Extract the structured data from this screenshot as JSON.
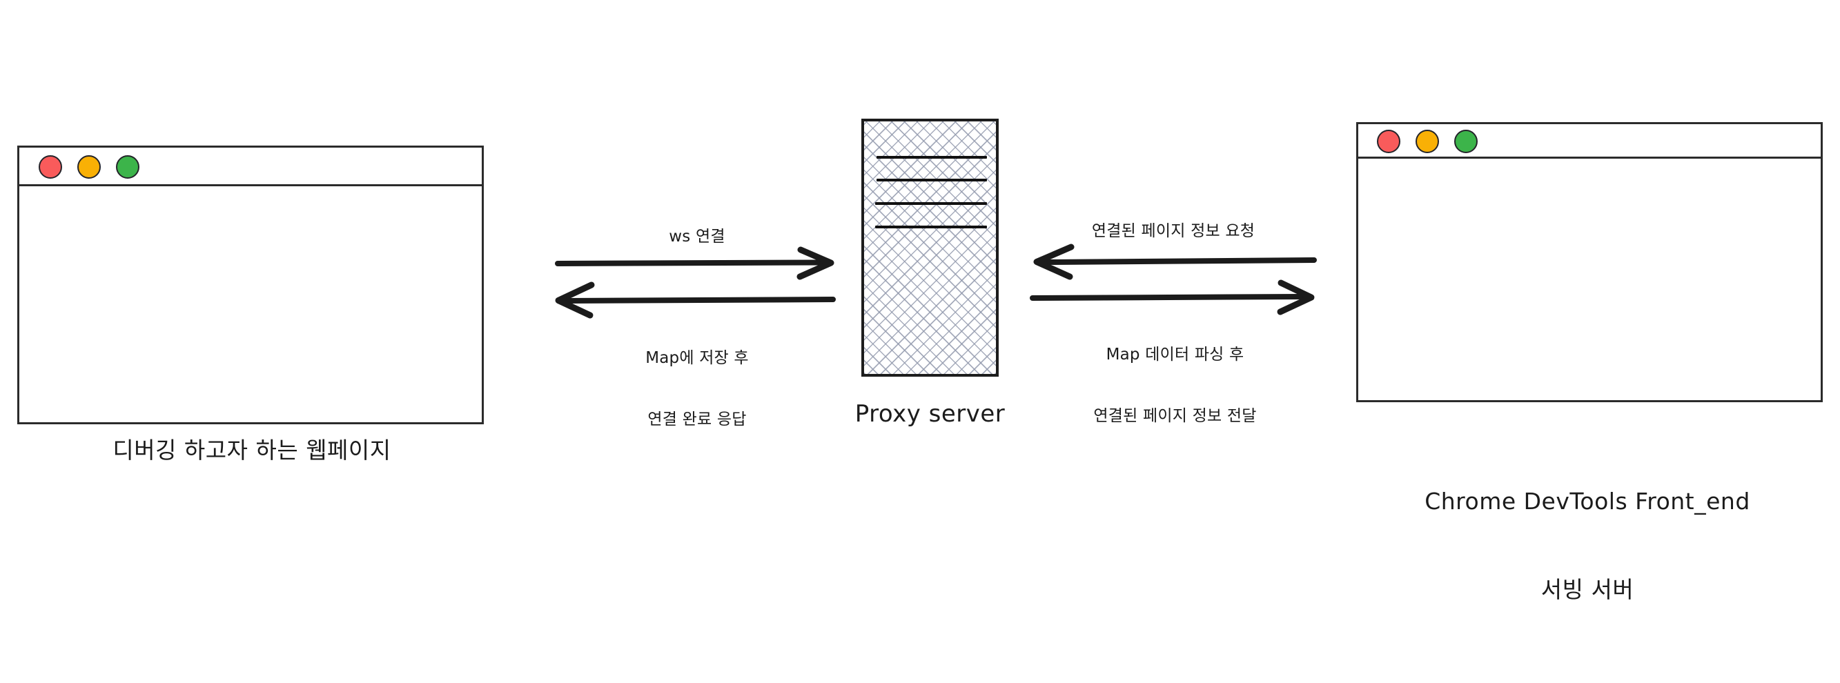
{
  "diagram": {
    "title_hint": "Chrome DevTools proxy server connection flow",
    "nodes": [
      {
        "id": "debug-target-webpage",
        "kind": "browser-window",
        "label": "디버깅 하고자 하는 웹페이지",
        "traffic_lights": [
          "red",
          "yellow",
          "green"
        ]
      },
      {
        "id": "proxy-server",
        "kind": "server",
        "label": "Proxy server",
        "rack_lines": 4
      },
      {
        "id": "devtools-frontend-server",
        "kind": "browser-window",
        "label_line1": "Chrome DevTools Front_end",
        "label_line2": "서빙 서버",
        "traffic_lights": [
          "red",
          "yellow",
          "green"
        ]
      }
    ],
    "arrows": [
      {
        "id": "ws-connect",
        "from": "debug-target-webpage",
        "to": "proxy-server",
        "direction": "right",
        "label": "ws 연결",
        "label_position": "above"
      },
      {
        "id": "map-stored-response",
        "from": "proxy-server",
        "to": "debug-target-webpage",
        "direction": "left",
        "label_line1": "Map에 저장 후",
        "label_line2": "연결 완료 응답",
        "label_position": "below"
      },
      {
        "id": "request-connected-page-info",
        "from": "devtools-frontend-server",
        "to": "proxy-server",
        "direction": "left",
        "label": "연결된 페이지 정보 요청",
        "label_position": "above"
      },
      {
        "id": "deliver-connected-page-info",
        "from": "proxy-server",
        "to": "devtools-frontend-server",
        "direction": "right",
        "label_line1": "Map 데이터 파싱 후",
        "label_line2": "연결된 페이지 정보 전달",
        "label_position": "below"
      }
    ],
    "colors": {
      "background": "#ffffff",
      "stroke": "#1d1d1d",
      "text": "#1b1b1b",
      "traffic_red": "#f95b5b",
      "traffic_yellow": "#f9b005",
      "traffic_green": "#3cb44a",
      "hatch": "#969db0"
    }
  }
}
